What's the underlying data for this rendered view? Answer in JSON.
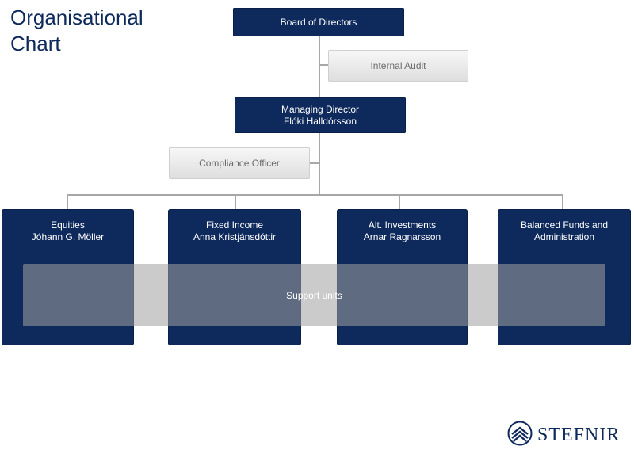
{
  "title_line1": "Organisational",
  "title_line2": "Chart",
  "board": "Board of Directors",
  "internal_audit": "Internal Audit",
  "managing_director": {
    "role": "Managing Director",
    "name": "Flóki Halldórsson"
  },
  "compliance": "Compliance Officer",
  "units": [
    {
      "line1": "Equities",
      "line2": "Jóhann G. Möller"
    },
    {
      "line1": "Fixed Income",
      "line2": "Anna Kristjánsdóttir"
    },
    {
      "line1": "Alt. Investments",
      "line2": "Arnar Ragnarsson"
    },
    {
      "line1": "Balanced Funds and",
      "line2": "Administration"
    }
  ],
  "support_units": "Support units",
  "logo": {
    "text": "STEFNIR",
    "icon": "stefnir-emblem-icon"
  },
  "colors": {
    "navy": "#0e2a5c",
    "connector": "#a7a7a7",
    "light_box": "#e6e6e6"
  }
}
